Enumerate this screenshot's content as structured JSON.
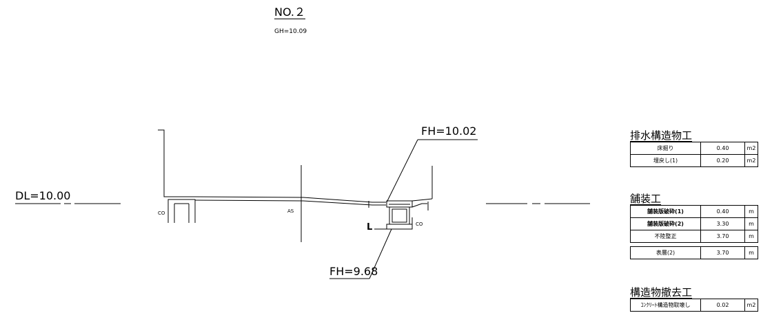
{
  "header": {
    "station": "NO.２",
    "ground_height": "GH=10.09"
  },
  "section_labels": {
    "design_level": "DL=10.00",
    "fh_upper": "FH=10.02",
    "fh_lower": "FH=9.68",
    "co_left": "CO",
    "as_label": "AS",
    "co_right": "CO",
    "l_mark": "L"
  },
  "quantities": {
    "drainage": {
      "title": "排水構造物工",
      "rows": [
        {
          "name": "床掘り",
          "value": "0.40",
          "unit": "m2"
        },
        {
          "name": "埋戻し(1)",
          "value": "0.20",
          "unit": "m2"
        }
      ]
    },
    "paving": {
      "title": "舗装工",
      "rows": [
        {
          "name": "舗装版破砕(1)",
          "value": "0.40",
          "unit": "m"
        },
        {
          "name": "舗装版破砕(2)",
          "value": "3.30",
          "unit": "m"
        },
        {
          "name": "不陸整正",
          "value": "3.70",
          "unit": "m"
        }
      ]
    },
    "surface": {
      "rows": [
        {
          "name": "表層(2)",
          "value": "3.70",
          "unit": "m"
        }
      ]
    },
    "demolition": {
      "title": "構造物撤去工",
      "rows": [
        {
          "name": "ｺﾝｸﾘｰﾄ構造物取壊し",
          "value": "0.02",
          "unit": "m2"
        }
      ]
    }
  }
}
